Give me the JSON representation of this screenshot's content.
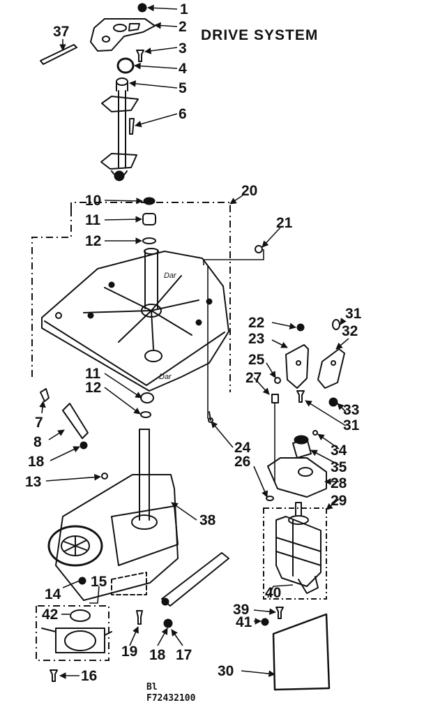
{
  "diagram": {
    "title": "DRIVE SYSTEM",
    "footer_line1": "Bl",
    "footer_line2": "F72432100",
    "colors": {
      "ink": "#111111",
      "paper": "#ffffff"
    },
    "callouts": {
      "n1": "1",
      "n2": "2",
      "n3": "3",
      "n4": "4",
      "n5": "5",
      "n6": "6",
      "n7": "7",
      "n8": "8",
      "n10": "10",
      "n11a": "11",
      "n12a": "12",
      "n11b": "11",
      "n12b": "12",
      "n13": "13",
      "n14": "14",
      "n15": "15",
      "n16": "16",
      "n17": "17",
      "n18a": "18",
      "n18b": "18",
      "n19": "19",
      "n20": "20",
      "n21": "21",
      "n22": "22",
      "n23": "23",
      "n24": "24",
      "n25": "25",
      "n26": "26",
      "n27": "27",
      "n28": "28",
      "n29": "29",
      "n30": "30",
      "n31a": "31",
      "n31b": "31",
      "n32": "32",
      "n33": "33",
      "n34": "34",
      "n35": "35",
      "n37": "37",
      "n38": "38",
      "n39": "39",
      "n40": "40",
      "n41": "41",
      "n42": "42"
    }
  }
}
